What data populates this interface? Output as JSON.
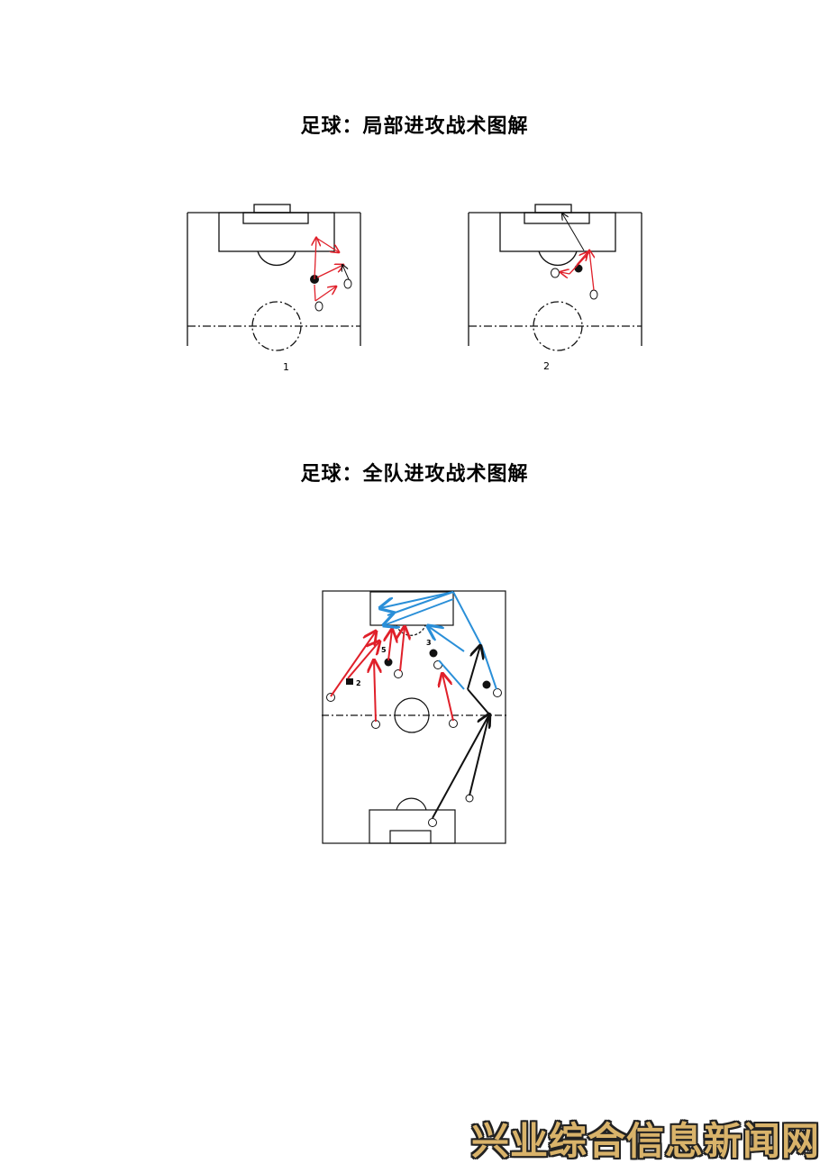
{
  "page": {
    "title_local": "足球：局部进攻战术图解",
    "title_team": "足球：全队进攻战术图解",
    "watermark": "兴业综合信息新闻网"
  },
  "local_diagrams": [
    {
      "caption": "1"
    },
    {
      "caption": "2"
    }
  ],
  "team_diagram": {
    "player_numbers": [
      "5",
      "3",
      "2"
    ]
  },
  "colors": {
    "run_arrow": "#e0202a",
    "pass_arrow_blue": "#2a8fd8",
    "pass_arrow_black": "#111111",
    "watermark": "#d9b36a"
  }
}
